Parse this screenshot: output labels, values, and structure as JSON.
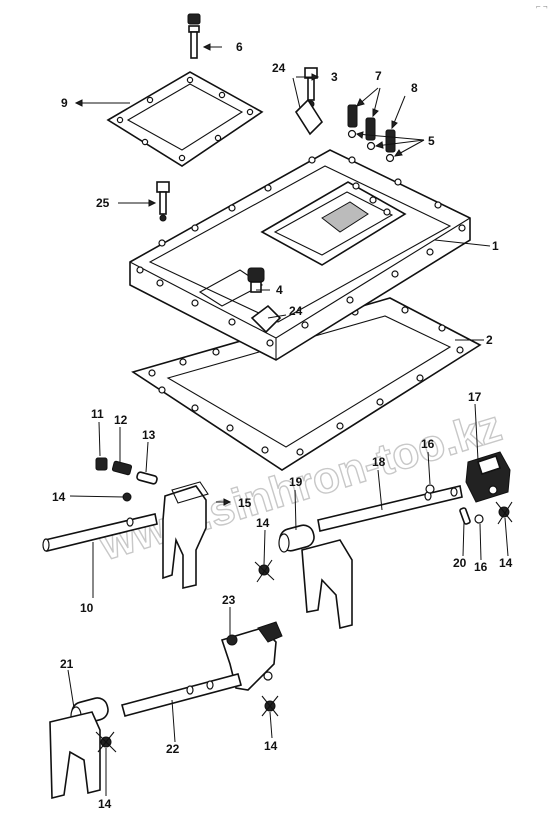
{
  "corner_mark": "⌐ ¬",
  "watermark": "www.sinhron-too.kz",
  "callouts": {
    "c1": "1",
    "c2": "2",
    "c3": "3",
    "c4": "4",
    "c5": "5",
    "c6": "6",
    "c7": "7",
    "c8": "8",
    "c9": "9",
    "c10": "10",
    "c11": "11",
    "c12": "12",
    "c13": "13",
    "c14a": "14",
    "c14b": "14",
    "c14c": "14",
    "c14d": "14",
    "c14e": "14",
    "c15": "15",
    "c16a": "16",
    "c16b": "16",
    "c17": "17",
    "c18": "18",
    "c19": "19",
    "c20": "20",
    "c21": "21",
    "c22": "22",
    "c23": "23",
    "c24a": "24",
    "c24b": "24",
    "c25": "25"
  }
}
